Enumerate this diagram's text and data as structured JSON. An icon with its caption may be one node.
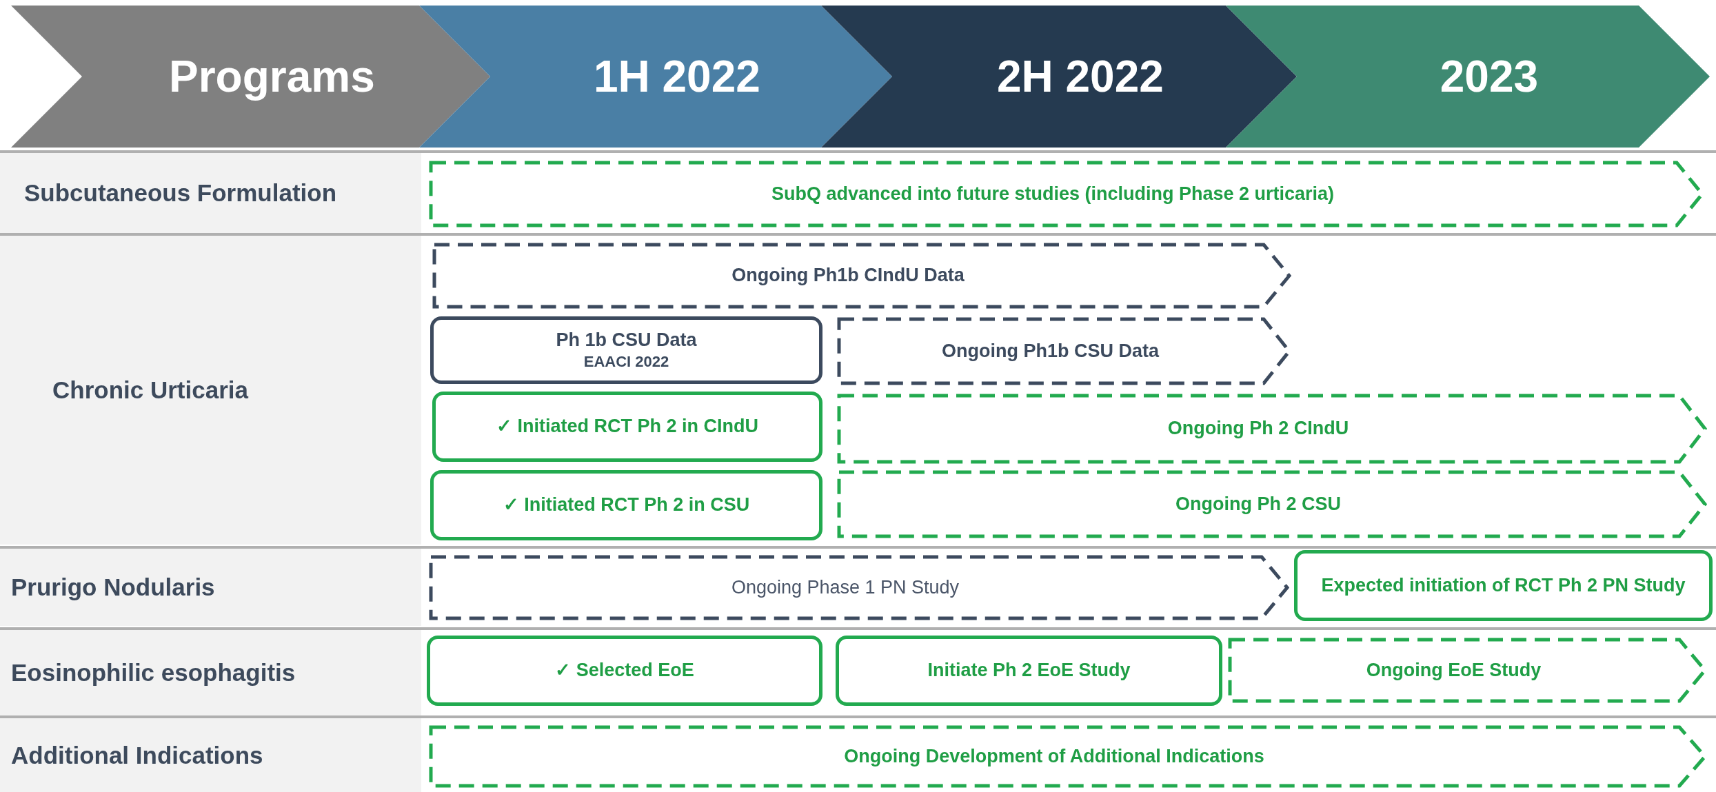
{
  "diagram": {
    "nodes": [
      {
        "text": [
          "Programs"
        ]
      },
      {
        "text": [
          "1H 2022"
        ]
      },
      {
        "text": [
          "2H 2022"
        ]
      },
      {
        "text": [
          "2023"
        ]
      },
      {
        "text": [
          "Subcutaneous Formulation"
        ]
      },
      {
        "text": [
          "SubQ advanced into future studies (including Phase 2 urticaria)"
        ]
      },
      {
        "text": [
          "Chronic Urticaria"
        ]
      },
      {
        "text": [
          "Ongoing Ph1b CIndU Data"
        ]
      },
      {
        "text": [
          "Ph 1b CSU Data",
          "EAACI 2022"
        ]
      },
      {
        "text": [
          "Ongoing Ph1b CSU Data"
        ]
      },
      {
        "text": [
          "✓ Initiated RCT Ph 2 in CIndU"
        ]
      },
      {
        "text": [
          "Ongoing Ph 2 CIndU"
        ]
      },
      {
        "text": [
          "✓ Initiated RCT Ph 2 in CSU"
        ]
      },
      {
        "text": [
          "Ongoing Ph 2 CSU"
        ]
      },
      {
        "text": [
          "Prurigo Nodularis"
        ]
      },
      {
        "text": [
          "Ongoing Phase 1 PN Study"
        ]
      },
      {
        "text": [
          "Expected initiation of RCT Ph 2 PN Study"
        ]
      },
      {
        "text": [
          "Eosinophilic esophagitis"
        ]
      },
      {
        "text": [
          "✓ Selected EoE"
        ]
      },
      {
        "text": [
          "Initiate Ph 2 EoE Study"
        ]
      },
      {
        "text": [
          "Ongoing EoE Study"
        ]
      },
      {
        "text": [
          "Additional Indications"
        ]
      },
      {
        "text": [
          "Ongoing Development of Additional Indications"
        ]
      }
    ]
  }
}
